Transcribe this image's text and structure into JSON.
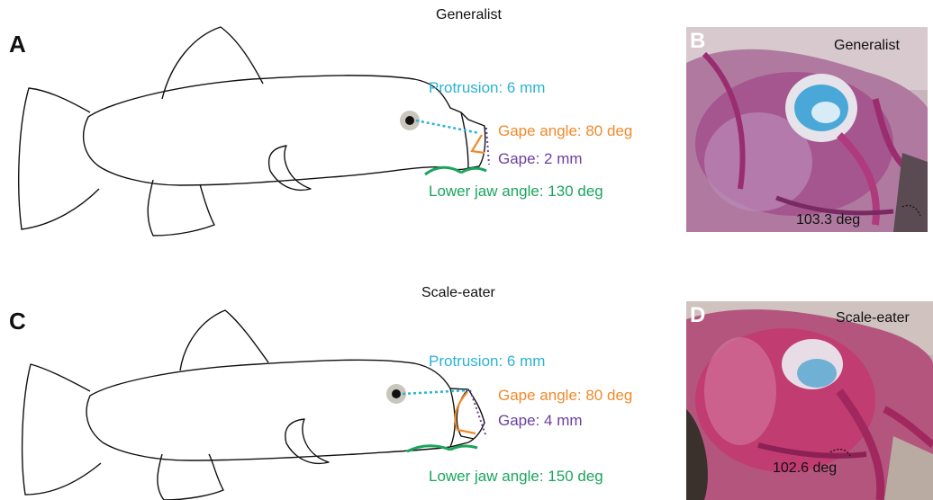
{
  "panel_a": {
    "letter": "A",
    "title": "Generalist",
    "protrusion": "Protrusion: 6 mm",
    "gape_angle": "Gape angle: 80 deg",
    "gape": "Gape: 2 mm",
    "lower_jaw_angle": "Lower jaw angle: 130 deg"
  },
  "panel_b": {
    "letter": "B",
    "title": "Generalist",
    "angle": "103.3 deg"
  },
  "panel_c": {
    "letter": "C",
    "title": "Scale-eater",
    "protrusion": "Protrusion: 6 mm",
    "gape_angle": "Gape angle: 80 deg",
    "gape": "Gape: 4 mm",
    "lower_jaw_angle": "Lower jaw angle: 150 deg"
  },
  "panel_d": {
    "letter": "D",
    "title": "Scale-eater",
    "angle": "102.6 deg"
  },
  "colors": {
    "protrusion": "#2bb3d4",
    "gape_angle": "#f08a2c",
    "gape": "#6b3fa0",
    "lower_jaw": "#1aa55e"
  }
}
